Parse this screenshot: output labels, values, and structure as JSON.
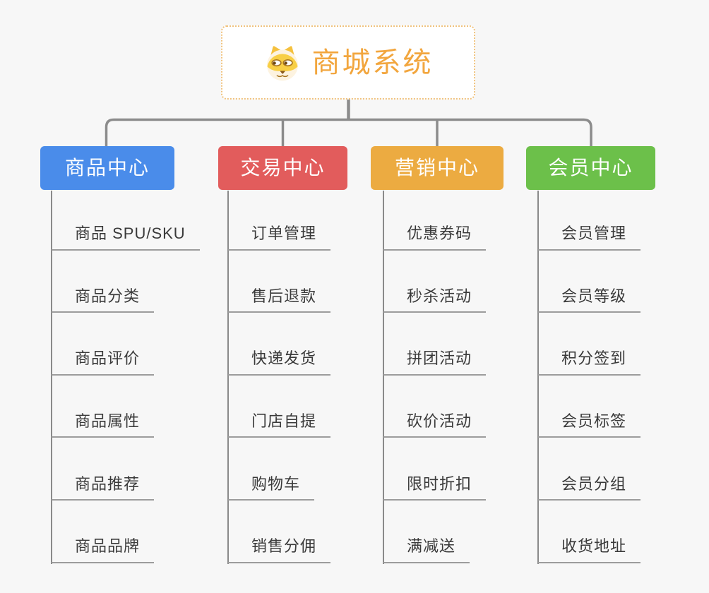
{
  "canvas": {
    "background": "#f7f7f7"
  },
  "connectors": {
    "color": "#8c8c8c",
    "trunk_color": "#8a8a8a",
    "underline_color": "#9c9c9c"
  },
  "root": {
    "title": "商城系统",
    "icon": "doge-icon",
    "text_color": "#f2a63e",
    "border_color": "#f0c27d",
    "background": "#ffffff"
  },
  "branches": [
    {
      "title": "商品中心",
      "color": "#4a8cea",
      "items": [
        "商品 SPU/SKU",
        "商品分类",
        "商品评价",
        "商品属性",
        "商品推荐",
        "商品品牌"
      ]
    },
    {
      "title": "交易中心",
      "color": "#e25c5c",
      "items": [
        "订单管理",
        "售后退款",
        "快递发货",
        "门店自提",
        "购物车",
        "销售分佣"
      ]
    },
    {
      "title": "营销中心",
      "color": "#ecab41",
      "items": [
        "优惠券码",
        "秒杀活动",
        "拼团活动",
        "砍价活动",
        "限时折扣",
        "满减送"
      ]
    },
    {
      "title": "会员中心",
      "color": "#6cc04a",
      "items": [
        "会员管理",
        "会员等级",
        "积分签到",
        "会员标签",
        "会员分组",
        "收货地址"
      ]
    }
  ]
}
